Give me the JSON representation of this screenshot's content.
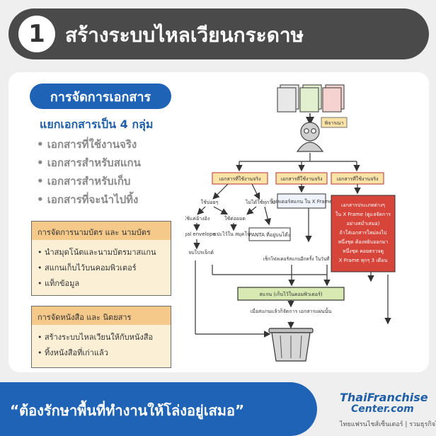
{
  "header": {
    "number": "1",
    "title": "สร้างระบบไหลเวียนกระดาษ"
  },
  "left": {
    "pill": "การจัดการเอกสาร",
    "subtitle": "แยกเอกสารเป็น 4 กลุ่ม",
    "groups": [
      "• เอกสารที่ใช้งานจริง",
      "• เอกสารสำหรับสแกน",
      "• เอกสารสำหรับเก็บ",
      "• เอกสารที่จะนำไปทิ้ง"
    ],
    "note1": {
      "heading": "การจัดการนามบัตร และ นามบัตร",
      "items": [
        "• นำสมุดโน้ตและนามบัตรมาสแกน",
        "• สแกนเก็บไว้บนคอมพิวเตอร์",
        "• แท็กข้อมูล"
      ]
    },
    "note2": {
      "heading": "การจัดหนังสือ และ นิตยสาร",
      "items": [
        "• สร้างระบบไหลเวียนให้กับหนังสือ",
        "• ทิ้งหนังสือที่เก่าแล้ว"
      ]
    }
  },
  "diagram": {
    "bubble": "พิจารณา",
    "cat1": "เอกสารที่ใช้งานจริง",
    "cat2": "เอกสารที่ใช้งานจริง",
    "cat3": "เอกสารที่ใช้งานจริง",
    "use_often": "ใช้บ่อยๆ",
    "not_daily": "ไม่ได้ใช้ทุกวัน",
    "ref_docs": "ใช้แค่อ้างอิง",
    "use_till_end": "ใช้ต่อยอด",
    "legal_envelope": "Legal envelope",
    "stick_notebook": "แปะไว้ใน สมุดโน้ต",
    "panta": "PANTA ที่อยู่บนโต๊ะ",
    "project_end": "จบโปรเจ็กต์",
    "scan_folder": "โฟลเดอร์สแกน ใน X Frame",
    "scan_monthly": "เช็กโฟลเดอร์สแกนอีกครั้ง ในวันที่ 1 ของทุกเดือน",
    "xframe_lines": [
      "เอกสารประเภทต่างๆ",
      "ใน X Frame (ดูแลจัดการ",
      "อย่างสม่ำเสมอ)",
      "ถ้าใส่เอกสารใหม่ลงไป",
      "หนึ่งชุด ต้องหยิบออกมา",
      "หนึ่งชุด คอยตรวจดู",
      "X Frame ทุกๆ 3 เดือน"
    ],
    "scan_box": "สแกน (เก็บไว้ในคอมพิวเตอร์)",
    "after_scan": "เมื่อสแกนแล้วก็จัดการ เอกสารแผ่นนั้น"
  },
  "footer": {
    "slogan": "“ต้องรักษาพื้นที่ทำงานให้โล่งอยู่เสมอ”",
    "brand_line1": "ThaiFranchise",
    "brand_line2": "Center.com",
    "brand_tag": "ไทยแฟรนไชส์เซ็นเตอร์ | รวมธุรกิจไทย"
  },
  "colors": {
    "header_bg": "#4a4a4a",
    "accent_blue": "#1f63b6",
    "category_bg": "#fbe3a8",
    "xframe_bg": "#d7443a",
    "scan_bg": "#d8eab2",
    "note_bg": "#fbf0d6"
  }
}
